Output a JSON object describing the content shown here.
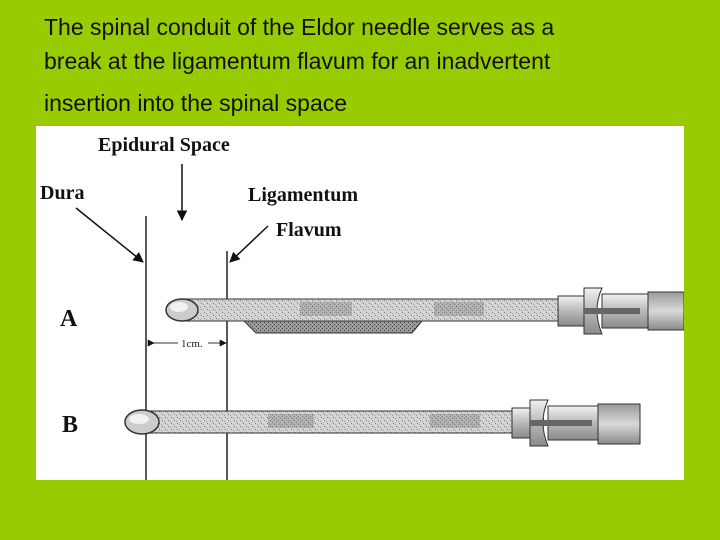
{
  "slide": {
    "title_lines": [
      "The spinal conduit of the Eldor needle serves as a",
      "break at the ligamentum flavum for an inadvertent",
      "insertion into the spinal space"
    ]
  },
  "diagram": {
    "labels": {
      "epidural_space": "Epidural Space",
      "dura": "Dura",
      "ligamentum_line1": "Ligamentum",
      "ligamentum_line2": "Flavum",
      "needle_a": "A",
      "needle_b": "B",
      "scale": "1cm."
    }
  }
}
